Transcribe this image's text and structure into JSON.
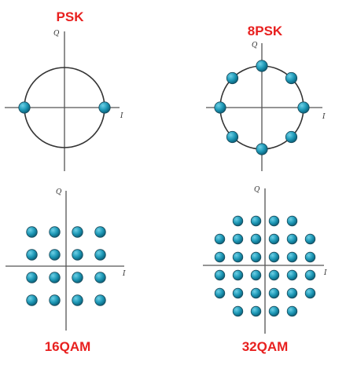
{
  "colors": {
    "title": "#e8201f",
    "point_fill_light": "#6fd0e6",
    "point_fill_mid": "#1f9ab8",
    "point_fill_dark": "#0a5f78",
    "point_stroke": "#1b4a5a",
    "axis": "#555555",
    "circle": "#333333"
  },
  "icons": [
    "constellation-point-icon"
  ],
  "panels": [
    {
      "id": "psk",
      "title": "PSK",
      "axis_q": "Q",
      "axis_i": "I",
      "type": "circle",
      "points": [
        [
          -1,
          0
        ],
        [
          1,
          0
        ]
      ]
    },
    {
      "id": "8psk",
      "title": "8PSK",
      "axis_q": "Q",
      "axis_i": "I",
      "type": "circle",
      "points": [
        [
          1,
          0
        ],
        [
          0.7071,
          0.7071
        ],
        [
          0,
          1
        ],
        [
          -0.7071,
          0.7071
        ],
        [
          -1,
          0
        ],
        [
          -0.7071,
          -0.7071
        ],
        [
          0,
          -1
        ],
        [
          0.7071,
          -0.7071
        ]
      ]
    },
    {
      "id": "16qam",
      "title": "16QAM",
      "axis_q": "Q",
      "axis_i": "I",
      "type": "grid",
      "points": [
        [
          -3,
          3
        ],
        [
          -1,
          3
        ],
        [
          1,
          3
        ],
        [
          3,
          3
        ],
        [
          -3,
          1
        ],
        [
          -1,
          1
        ],
        [
          1,
          1
        ],
        [
          3,
          1
        ],
        [
          -3,
          -1
        ],
        [
          -1,
          -1
        ],
        [
          1,
          -1
        ],
        [
          3,
          -1
        ],
        [
          -3,
          -3
        ],
        [
          -1,
          -3
        ],
        [
          1,
          -3
        ],
        [
          3,
          -3
        ]
      ]
    },
    {
      "id": "32qam",
      "title": "32QAM",
      "axis_q": "Q",
      "axis_i": "I",
      "type": "grid",
      "points": [
        [
          -3,
          5
        ],
        [
          -1,
          5
        ],
        [
          1,
          5
        ],
        [
          3,
          5
        ],
        [
          -5,
          3
        ],
        [
          -3,
          3
        ],
        [
          -1,
          3
        ],
        [
          1,
          3
        ],
        [
          3,
          3
        ],
        [
          5,
          3
        ],
        [
          -5,
          1
        ],
        [
          -3,
          1
        ],
        [
          -1,
          1
        ],
        [
          1,
          1
        ],
        [
          3,
          1
        ],
        [
          5,
          1
        ],
        [
          -5,
          -1
        ],
        [
          -3,
          -1
        ],
        [
          -1,
          -1
        ],
        [
          1,
          -1
        ],
        [
          3,
          -1
        ],
        [
          5,
          -1
        ],
        [
          -5,
          -3
        ],
        [
          -3,
          -3
        ],
        [
          -1,
          -3
        ],
        [
          1,
          -3
        ],
        [
          3,
          -3
        ],
        [
          5,
          -3
        ],
        [
          -3,
          -5
        ],
        [
          -1,
          -5
        ],
        [
          1,
          -5
        ],
        [
          3,
          -5
        ]
      ]
    }
  ]
}
